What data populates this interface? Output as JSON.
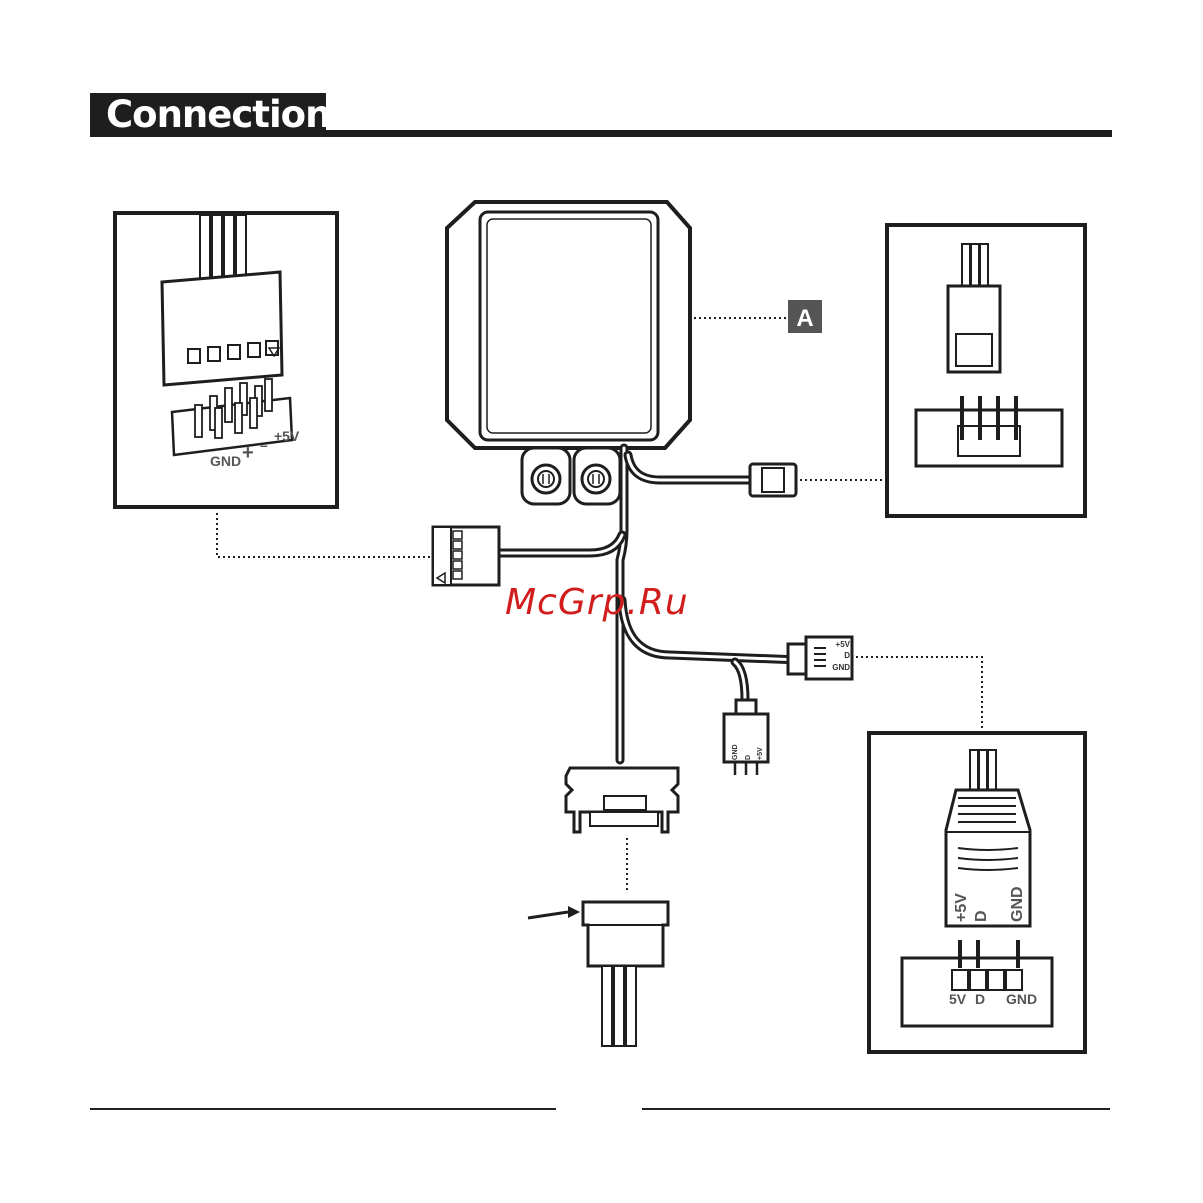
{
  "header": {
    "title": "Connection"
  },
  "callout": {
    "label": "A"
  },
  "watermark": "McGrp.Ru",
  "usb_header_labels": {
    "gnd": "GND",
    "plus": "+",
    "minus": "–",
    "v5": "+5V"
  },
  "argb_plug_small": {
    "gnd": "GND",
    "d": "D",
    "v5": "+5V"
  },
  "argb_plug_large": {
    "v5": "+5V",
    "d": "D",
    "gnd": "GND"
  },
  "argb_detail_plug": {
    "v5": "+5V",
    "d": "D",
    "gnd": "GND"
  },
  "argb_detail_header": {
    "v5": "5V",
    "d": "D",
    "gnd": "GND"
  }
}
